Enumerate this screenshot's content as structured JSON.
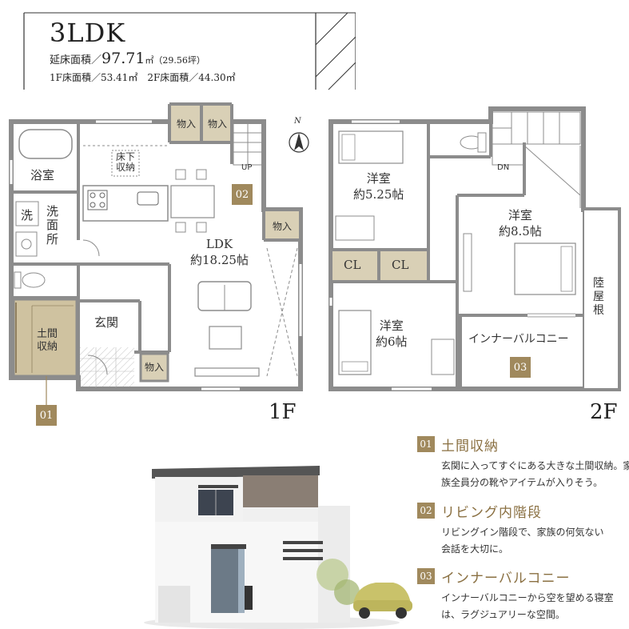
{
  "header": {
    "title": "3LDK",
    "total_area_label": "延床面積／",
    "total_area_value": "97.71",
    "total_area_unit": "㎡（29.56坪）",
    "floor_areas": "1F床面積／53.41㎡　2F床面積／44.30㎡"
  },
  "floor1": {
    "label": "1F",
    "rooms": {
      "bath": "浴室",
      "wash_a": "洗",
      "wash_b": "洗\n面\n所",
      "underfloor": "床下\n収納",
      "storage_top_1": "物入",
      "storage_top_2": "物入",
      "storage_right": "物入",
      "storage_bottom": "物入",
      "ldk": "LDK\n約18.25帖",
      "up": "UP",
      "entrance": "玄関",
      "doma": "土間\n収納"
    },
    "badges": {
      "doma": "01",
      "stairs": "02"
    }
  },
  "floor2": {
    "label": "2F",
    "rooms": {
      "western_a": "洋室\n約5.25帖",
      "western_b": "洋室\n約8.5帖",
      "western_c": "洋室\n約6帖",
      "cl_1": "CL",
      "cl_2": "CL",
      "dn": "DN",
      "roof": "陸\n屋\n根",
      "inner_balcony": "インナーバルコニー"
    },
    "badges": {
      "balcony": "03"
    }
  },
  "features": [
    {
      "num": "01",
      "title": "土間収納",
      "desc": "玄関に入ってすぐにある大きな土間収納。家族全員分の靴やアイテムが入りそう。"
    },
    {
      "num": "02",
      "title": "リビング内階段",
      "desc": "リビングイン階段で、家族の何気ない会話を大切に。"
    },
    {
      "num": "03",
      "title": "インナーバルコニー",
      "desc": "インナーバルコニーから空を望める寝室は、ラグジュアリーな空間。"
    }
  ],
  "compass": "N",
  "colors": {
    "wall": "#8c8c8c",
    "accent": "#a0895d",
    "storage_fill": "#d9d0b6",
    "doma_fill": "#cfc2a0"
  }
}
